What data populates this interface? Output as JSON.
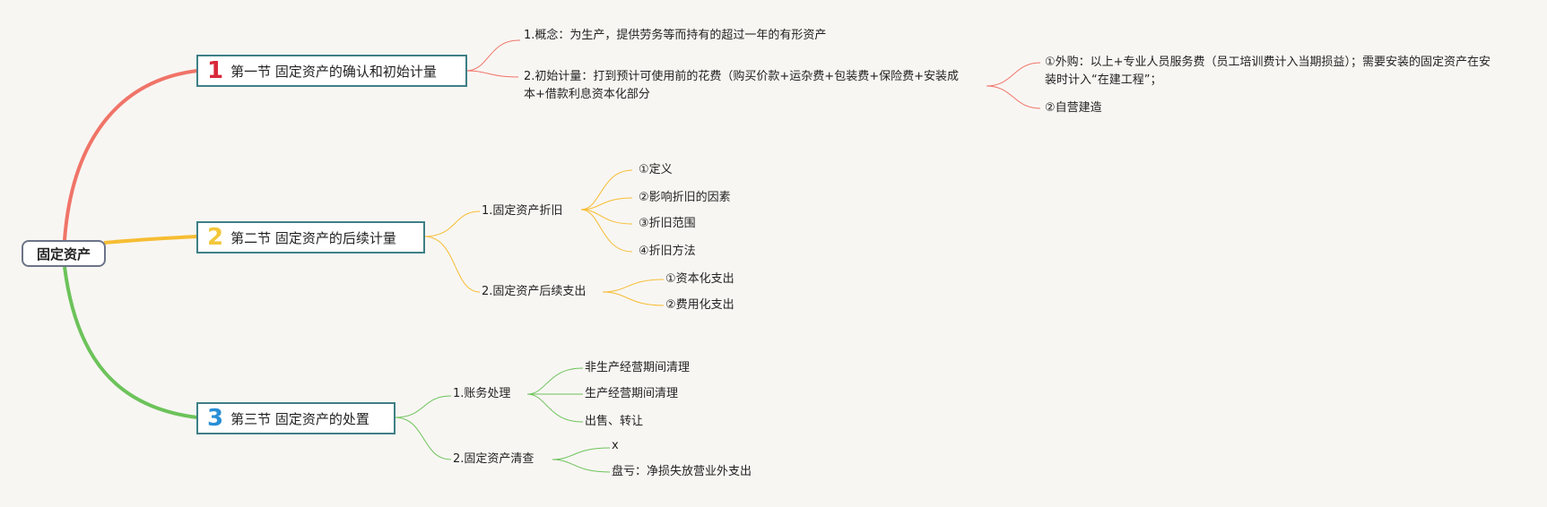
{
  "root": "固定资产",
  "sections": [
    {
      "num": "1",
      "title": "第一节 固定资产的确认和初始计量",
      "children": [
        {
          "label": "1.概念：为生产，提供劳务等而持有的超过一年的有形资产"
        },
        {
          "label": "2.初始计量：打到预计可使用前的花费（购买价款+运杂费+包装费+保险费+安装成本+借款利息资本化部分",
          "children": [
            "①外购：以上+专业人员服务费（员工培训费计入当期损益）；需要安装的固定资产在安装时计入“在建工程”；",
            "②自营建造"
          ]
        }
      ]
    },
    {
      "num": "2",
      "title": "第二节 固定资产的后续计量",
      "children": [
        {
          "label": "1.固定资产折旧",
          "children": [
            "①定义",
            "②影响折旧的因素",
            "③折旧范围",
            "④折旧方法"
          ]
        },
        {
          "label": "2.固定资产后续支出",
          "children": [
            "①资本化支出",
            "②费用化支出"
          ]
        }
      ]
    },
    {
      "num": "3",
      "title": "第三节 固定资产的处置",
      "children": [
        {
          "label": "1.账务处理",
          "children": [
            "非生产经营期间清理",
            "生产经营期间清理",
            "出售、转让"
          ]
        },
        {
          "label": "2.固定资产清查",
          "children": [
            "x",
            "盘亏：净损失放营业外支出"
          ]
        }
      ]
    }
  ],
  "colors": {
    "section1": "#f07468",
    "section2": "#f6bd33",
    "section3": "#6cc35a",
    "badge1": "#d9283a",
    "badge2": "#f3c73a",
    "badge3": "#2a8fd6"
  }
}
